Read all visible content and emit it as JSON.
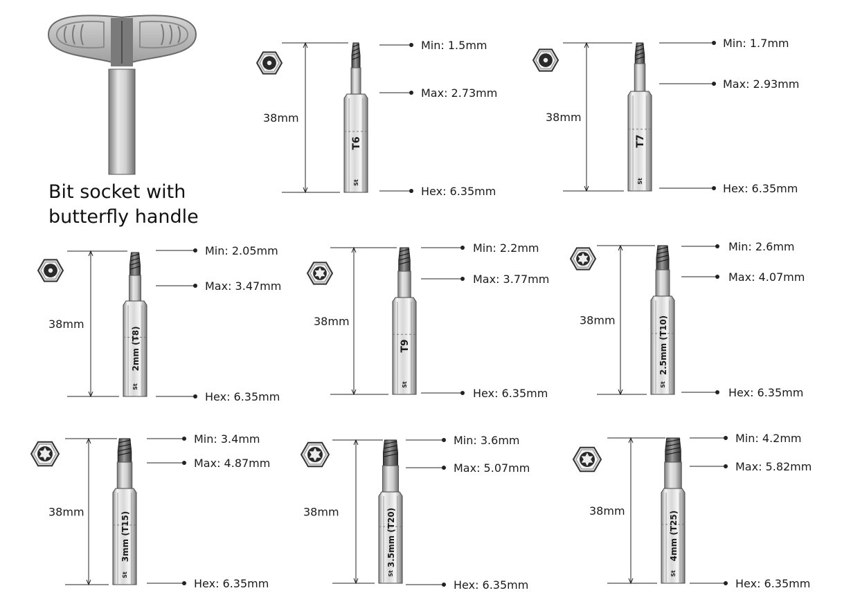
{
  "handle": {
    "caption_line1": "Bit socket with",
    "caption_line2": "butterfly handle"
  },
  "bits": [
    {
      "code": "T6",
      "label": "T6",
      "brand": "St",
      "length": "38mm",
      "min": "Min: 1.5mm",
      "max": "Max: 2.73mm",
      "hex": "Hex: 6.35mm"
    },
    {
      "code": "T7",
      "label": "T7",
      "brand": "St",
      "length": "38mm",
      "min": "Min: 1.7mm",
      "max": "Max: 2.93mm",
      "hex": "Hex: 6.35mm"
    },
    {
      "code": "T8",
      "label": "2mm (T8)",
      "brand": "St",
      "length": "38mm",
      "min": "Min: 2.05mm",
      "max": "Max: 3.47mm",
      "hex": "Hex: 6.35mm"
    },
    {
      "code": "T9",
      "label": "T9",
      "brand": "St",
      "length": "38mm",
      "min": "Min: 2.2mm",
      "max": "Max: 3.77mm",
      "hex": "Hex: 6.35mm"
    },
    {
      "code": "T10",
      "label": "2.5mm (T10)",
      "brand": "St",
      "length": "38mm",
      "min": "Min: 2.6mm",
      "max": "Max: 4.07mm",
      "hex": "Hex: 6.35mm"
    },
    {
      "code": "T15",
      "label": "3mm (T15)",
      "brand": "St",
      "length": "38mm",
      "min": "Min: 3.4mm",
      "max": "Max: 4.87mm",
      "hex": "Hex: 6.35mm"
    },
    {
      "code": "T20",
      "label": "3.5mm (T20)",
      "brand": "St",
      "length": "38mm",
      "min": "Min: 3.6mm",
      "max": "Max: 5.07mm",
      "hex": "Hex: 6.35mm"
    },
    {
      "code": "T25",
      "label": "4mm (T25)",
      "brand": "St",
      "length": "38mm",
      "min": "Min: 4.2mm",
      "max": "Max: 5.82mm",
      "hex": "Hex: 6.35mm"
    }
  ],
  "colors": {
    "line": "#1a1a1a",
    "metal_light": "#f2f2f2",
    "metal_mid": "#c8c8c8",
    "metal_dark": "#6e6e6e",
    "handle_grip": "#b9b9b9"
  }
}
